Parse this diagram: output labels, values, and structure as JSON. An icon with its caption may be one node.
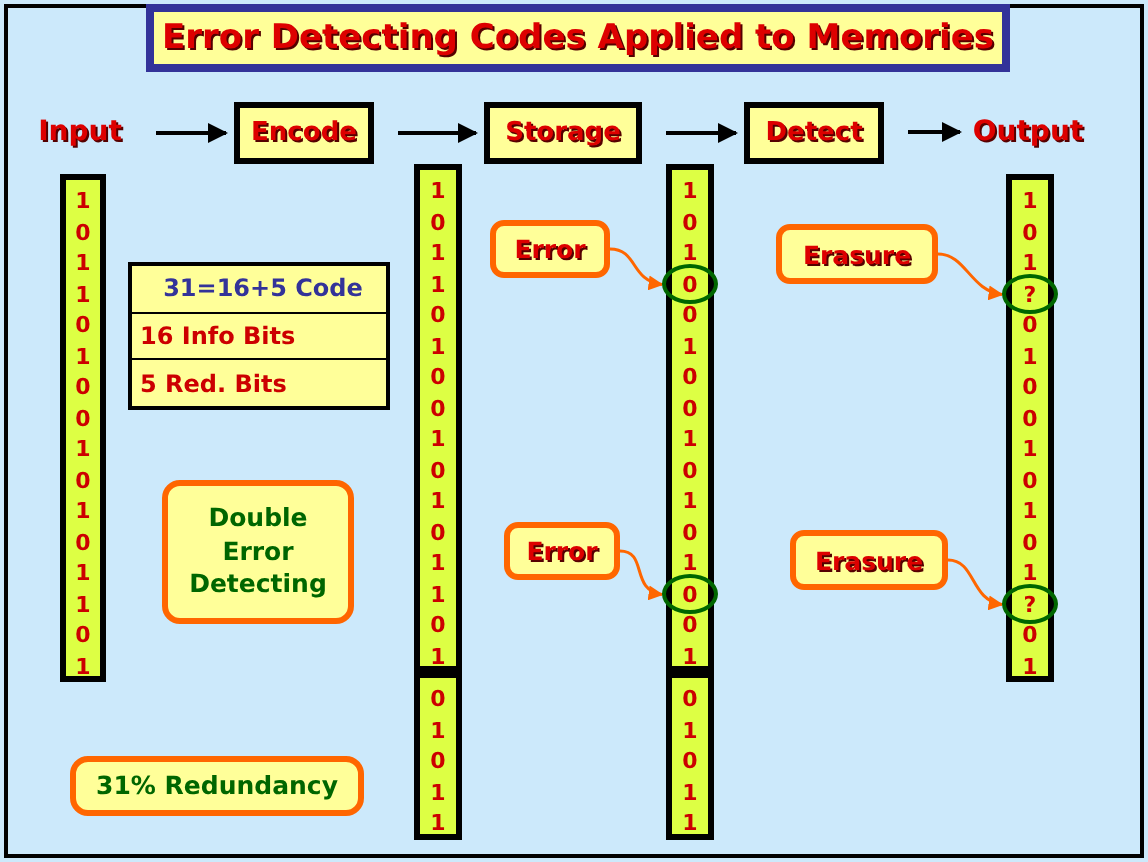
{
  "diagram": {
    "title": "Error Detecting Codes Applied to Memories",
    "nodes": [
      {
        "text": [
          "Input"
        ]
      },
      {
        "text": [
          "Encode"
        ]
      },
      {
        "text": [
          "Storage"
        ]
      },
      {
        "text": [
          "Detect"
        ]
      },
      {
        "text": [
          "Output"
        ]
      },
      {
        "text": [
          "1 0 1 1 0 1 0 0 1 0 1 0 1 1 0 1"
        ]
      },
      {
        "text": [
          "31=16+5 Code",
          "16 Info Bits",
          "5 Red. Bits"
        ]
      },
      {
        "text": [
          "Double Error Detecting"
        ]
      },
      {
        "text": [
          "31% Redundancy"
        ]
      },
      {
        "text": [
          "1 0 1 1 0 1 0 0 1 0 1 0 1 1 0 1"
        ]
      },
      {
        "text": [
          "0 1 0 1 1"
        ]
      },
      {
        "text": [
          "Error"
        ]
      },
      {
        "text": [
          "Error"
        ]
      },
      {
        "text": [
          "1 0 1 0 0 1 0 0 1 0 1 0 1 0 0 1"
        ]
      },
      {
        "text": [],
        "shape": "circle",
        "in": 13
      },
      {
        "text": [],
        "shape": "circle",
        "in": 13
      },
      {
        "text": [
          "0 1 0 1 1"
        ]
      },
      {
        "text": [
          "Erasure"
        ]
      },
      {
        "text": [
          "Erasure"
        ]
      },
      {
        "text": [
          "1 0 1 ? 0 1 0 0 1 0 1 0 1 ? 0 1"
        ]
      },
      {
        "text": [],
        "shape": "circle",
        "in": 19
      },
      {
        "text": [],
        "shape": "circle",
        "in": 19
      }
    ],
    "edges": [
      {
        "from": 0,
        "to": 1,
        "arrow": "to"
      },
      {
        "from": 1,
        "to": 2,
        "arrow": "to"
      },
      {
        "from": 2,
        "to": 3,
        "arrow": "to"
      },
      {
        "from": 3,
        "to": 4,
        "arrow": "to"
      },
      {
        "from": 11,
        "to": 14,
        "arrow": "to",
        "color": "#ff6600"
      },
      {
        "from": 12,
        "to": 15,
        "arrow": "to",
        "color": "#ff6600"
      },
      {
        "from": 17,
        "to": 20,
        "arrow": "to",
        "color": "#ff6600"
      },
      {
        "from": 18,
        "to": 21,
        "arrow": "to",
        "color": "#ff6600"
      }
    ]
  }
}
